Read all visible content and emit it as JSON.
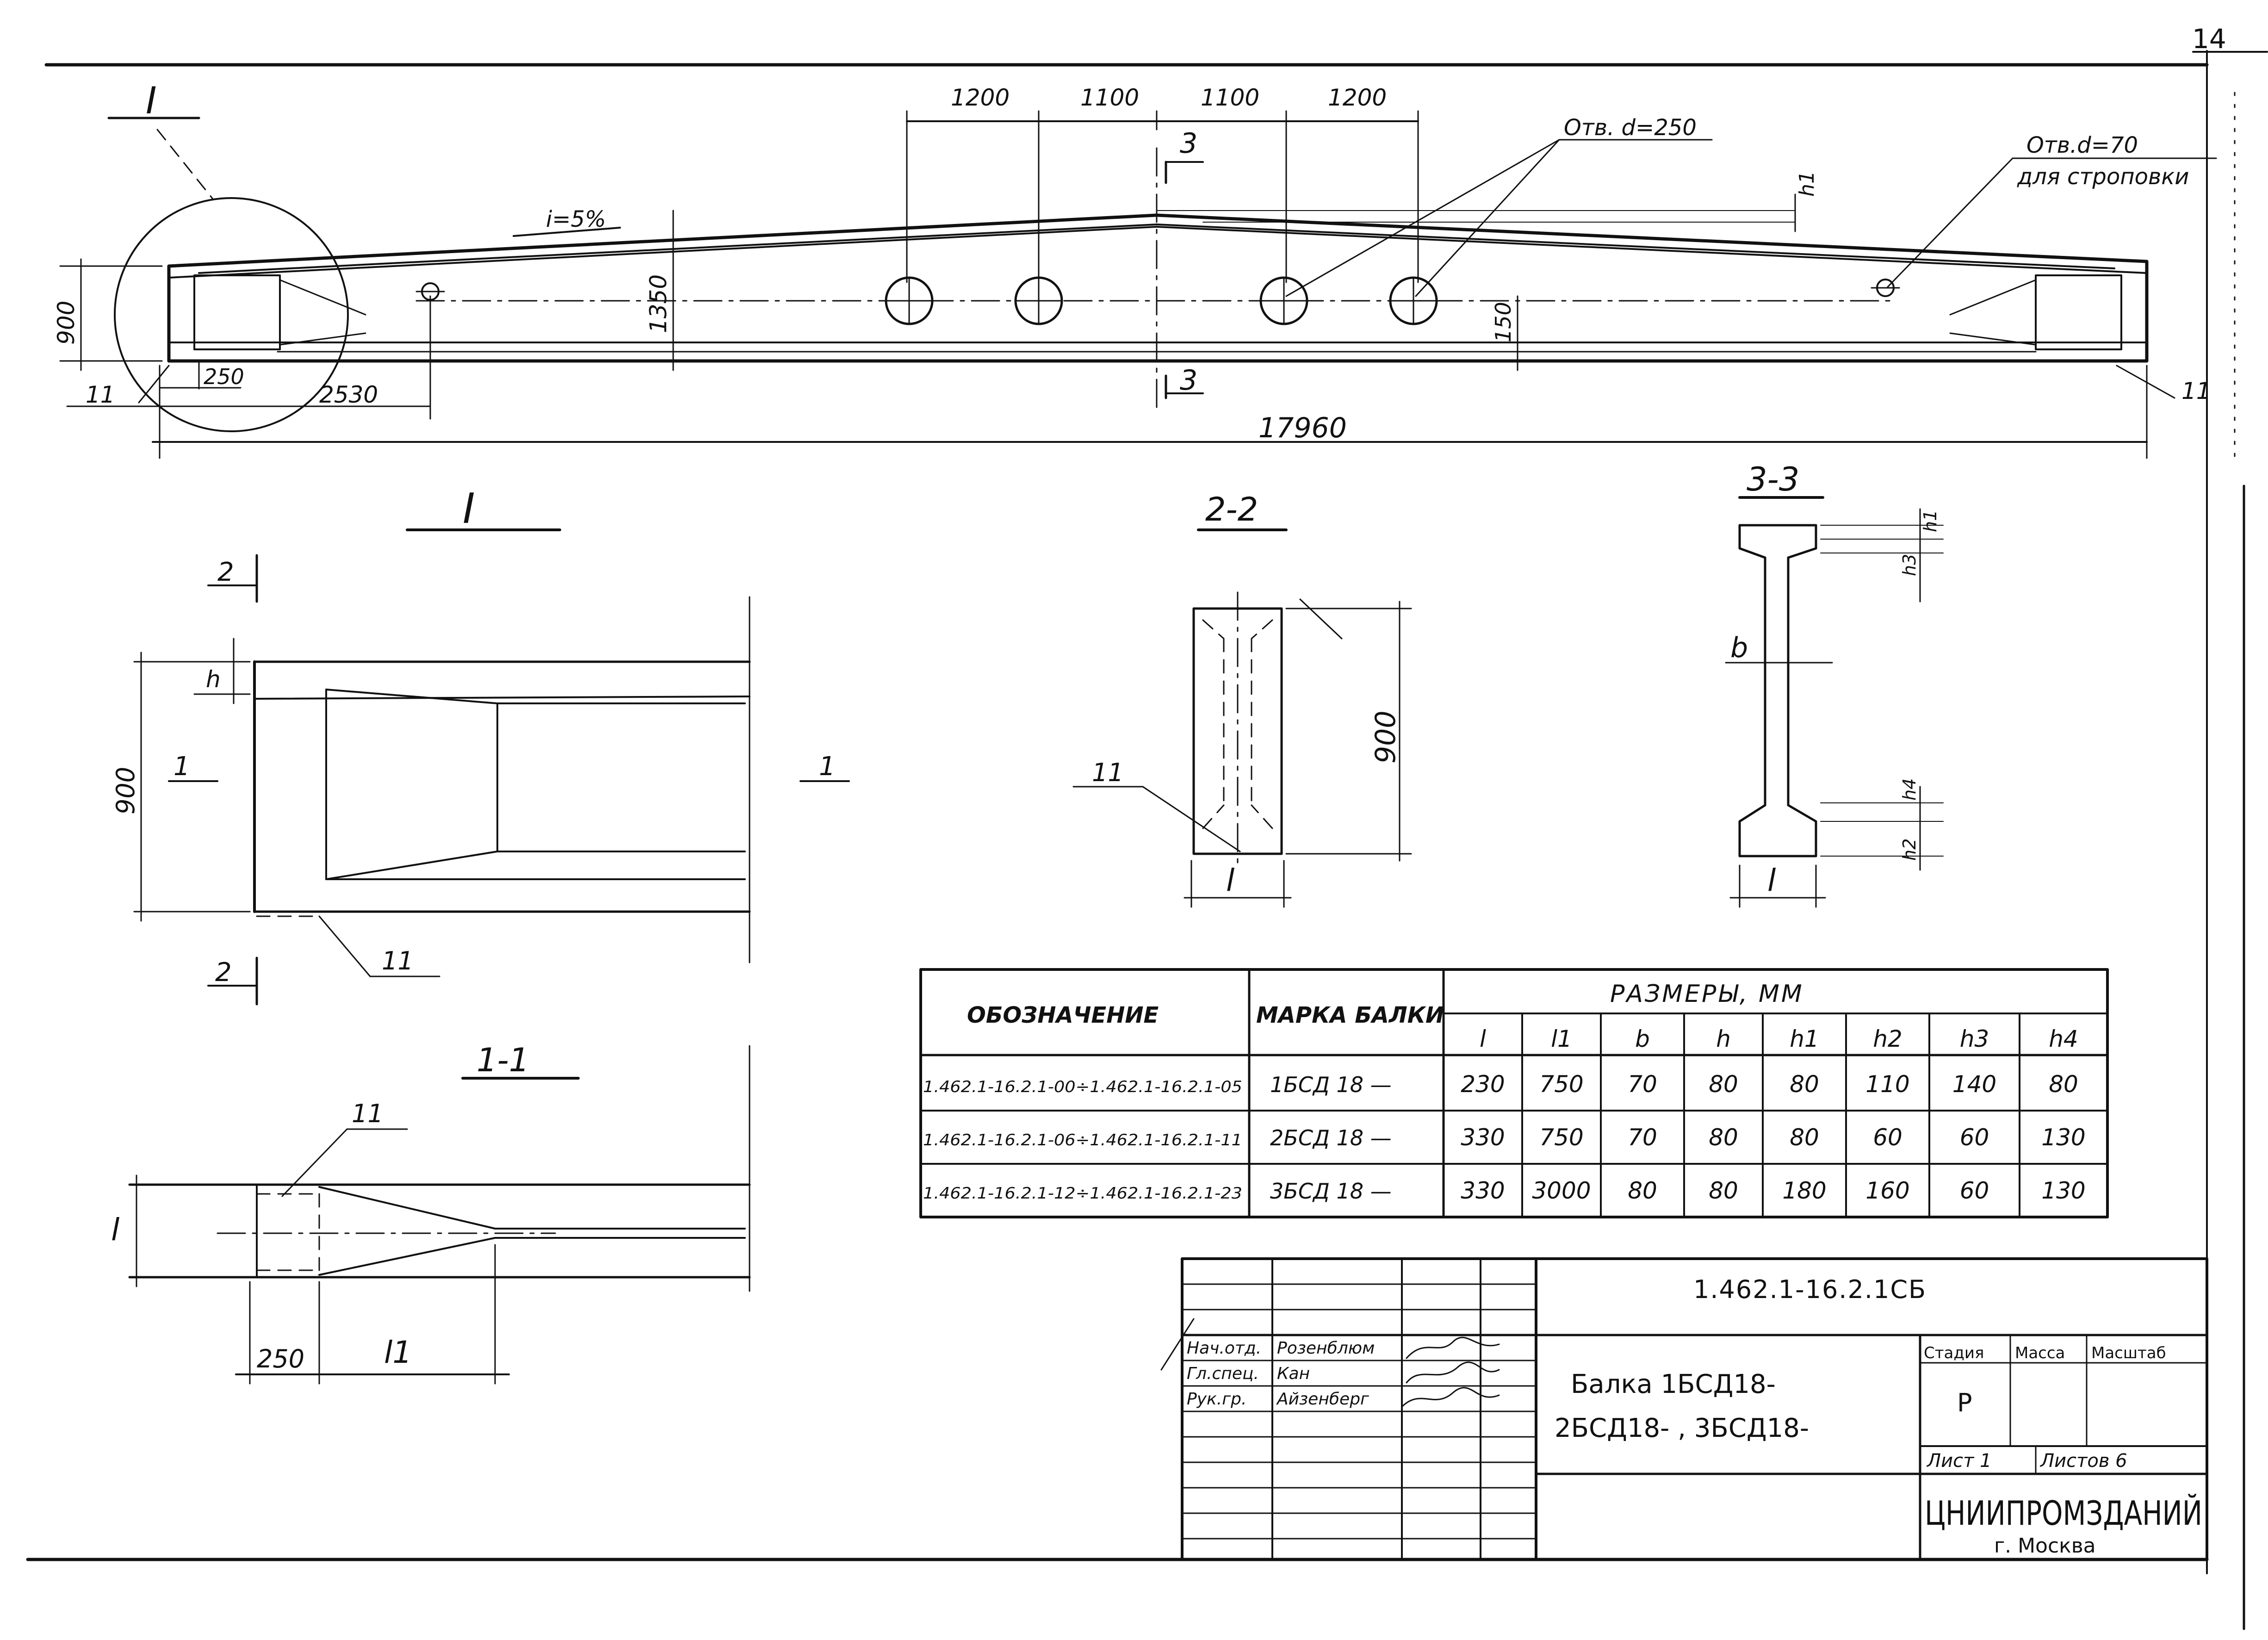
{
  "sheet": {
    "number": "14"
  },
  "elevation": {
    "view_mark": "I",
    "dims_top": [
      "1200",
      "1100",
      "1100",
      "1200"
    ],
    "section_mark": "3",
    "slope": "i=5%",
    "hole_note": "Отв. d=250",
    "lift_hole_note": "Отв.d=70",
    "lift_hole_purpose": "для строповки",
    "h1_label": "h1",
    "height_end": "900",
    "height_mid": "1350",
    "d150": "150",
    "d250": "250",
    "d2530": "2530",
    "length": "17960",
    "callout_left": "11",
    "callout_right": "11"
  },
  "detail_I": {
    "title": "I",
    "section_mark_2": "2",
    "section_mark_1": "1",
    "h_label": "h",
    "height": "900",
    "callout": "11"
  },
  "section_11": {
    "title": "1-1",
    "callout": "11",
    "l_label": "l",
    "d250": "250",
    "l1_label": "l1"
  },
  "section_22": {
    "title": "2-2",
    "height": "900",
    "callout": "11",
    "l_label": "l"
  },
  "section_33": {
    "title": "3-3",
    "b_label": "b",
    "l_label": "l",
    "h1": "h1",
    "h2": "h2",
    "h3": "h3",
    "h4": "h4"
  },
  "table": {
    "col_designation": "ОБОЗНАЧЕНИЕ",
    "col_mark": "МАРКА БАЛКИ",
    "col_dims": "РАЗМЕРЫ, ММ",
    "dim_headers": [
      "l",
      "l1",
      "b",
      "h",
      "h1",
      "h2",
      "h3",
      "h4"
    ],
    "rows": [
      {
        "designation": "1.462.1-16.2.1-00÷1.462.1-16.2.1-05",
        "mark": "1БСД 18 —",
        "values": [
          "230",
          "750",
          "70",
          "80",
          "80",
          "110",
          "140",
          "80"
        ]
      },
      {
        "designation": "1.462.1-16.2.1-06÷1.462.1-16.2.1-11",
        "mark": "2БСД 18 —",
        "values": [
          "330",
          "750",
          "70",
          "80",
          "80",
          "60",
          "60",
          "130"
        ]
      },
      {
        "designation": "1.462.1-16.2.1-12÷1.462.1-16.2.1-23",
        "mark": "3БСД 18 —",
        "values": [
          "330",
          "3000",
          "80",
          "80",
          "180",
          "160",
          "60",
          "130"
        ]
      }
    ]
  },
  "title_block": {
    "doc_code": "1.462.1-16.2.1СБ",
    "roles": [
      {
        "role": "Нач.отд.",
        "name": "Розенблюм"
      },
      {
        "role": "Гл.спец.",
        "name": "Кан"
      },
      {
        "role": "Рук.гр.",
        "name": "Айзенберг"
      }
    ],
    "title_line1": "Балка 1БСД18-",
    "title_line2": "2БСД18- , 3БСД18-",
    "stage_label": "Стадия",
    "mass_label": "Масса",
    "scale_label": "Масштаб",
    "stage_value": "Р",
    "sheet_label": "Лист 1",
    "sheets_label": "Листов 6",
    "org": "ЦНИИПРОМЗДАНИЙ",
    "city": "г. Москва"
  }
}
